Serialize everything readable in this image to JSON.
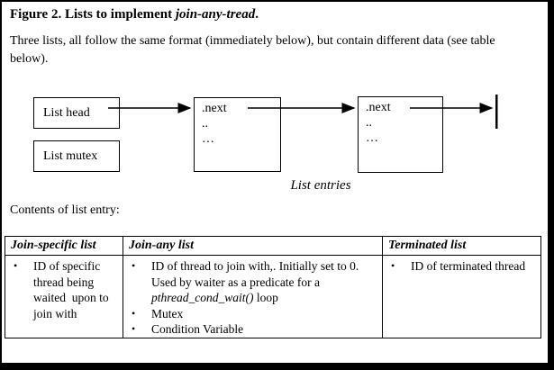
{
  "window": {
    "background": "#ffffff",
    "border_color": "#000000"
  },
  "figure": {
    "title": {
      "pre": "Figure 2. Lists to implement ",
      "italic": "join-any-tread",
      "post": "."
    },
    "intro": "Three lists, all follow the same format (immediately below), but contain different data (see table below)."
  },
  "diagram": {
    "list_head": "List head",
    "list_mutex": "List mutex",
    "entry_box": {
      "line1": ".next",
      "line2": "..",
      "line3": "…"
    },
    "caption": "List entries"
  },
  "contents_label": "Contents of list entry:",
  "bullet_glyph": "•",
  "table": {
    "headers": [
      "Join-specific list",
      "Join-any list",
      "Terminated list"
    ],
    "join_specific": {
      "items": [
        "ID of specific thread being waited  upon to join with"
      ]
    },
    "join_any": {
      "item1": {
        "pre": "ID of thread to join with,. Initially set to 0. Used by waiter as a predicate for a ",
        "italic": "pthread_cond_wait()",
        "post": " loop"
      },
      "item2": "Mutex",
      "item3": "Condition Variable"
    },
    "terminated": {
      "items": [
        "ID of terminated thread"
      ]
    }
  }
}
